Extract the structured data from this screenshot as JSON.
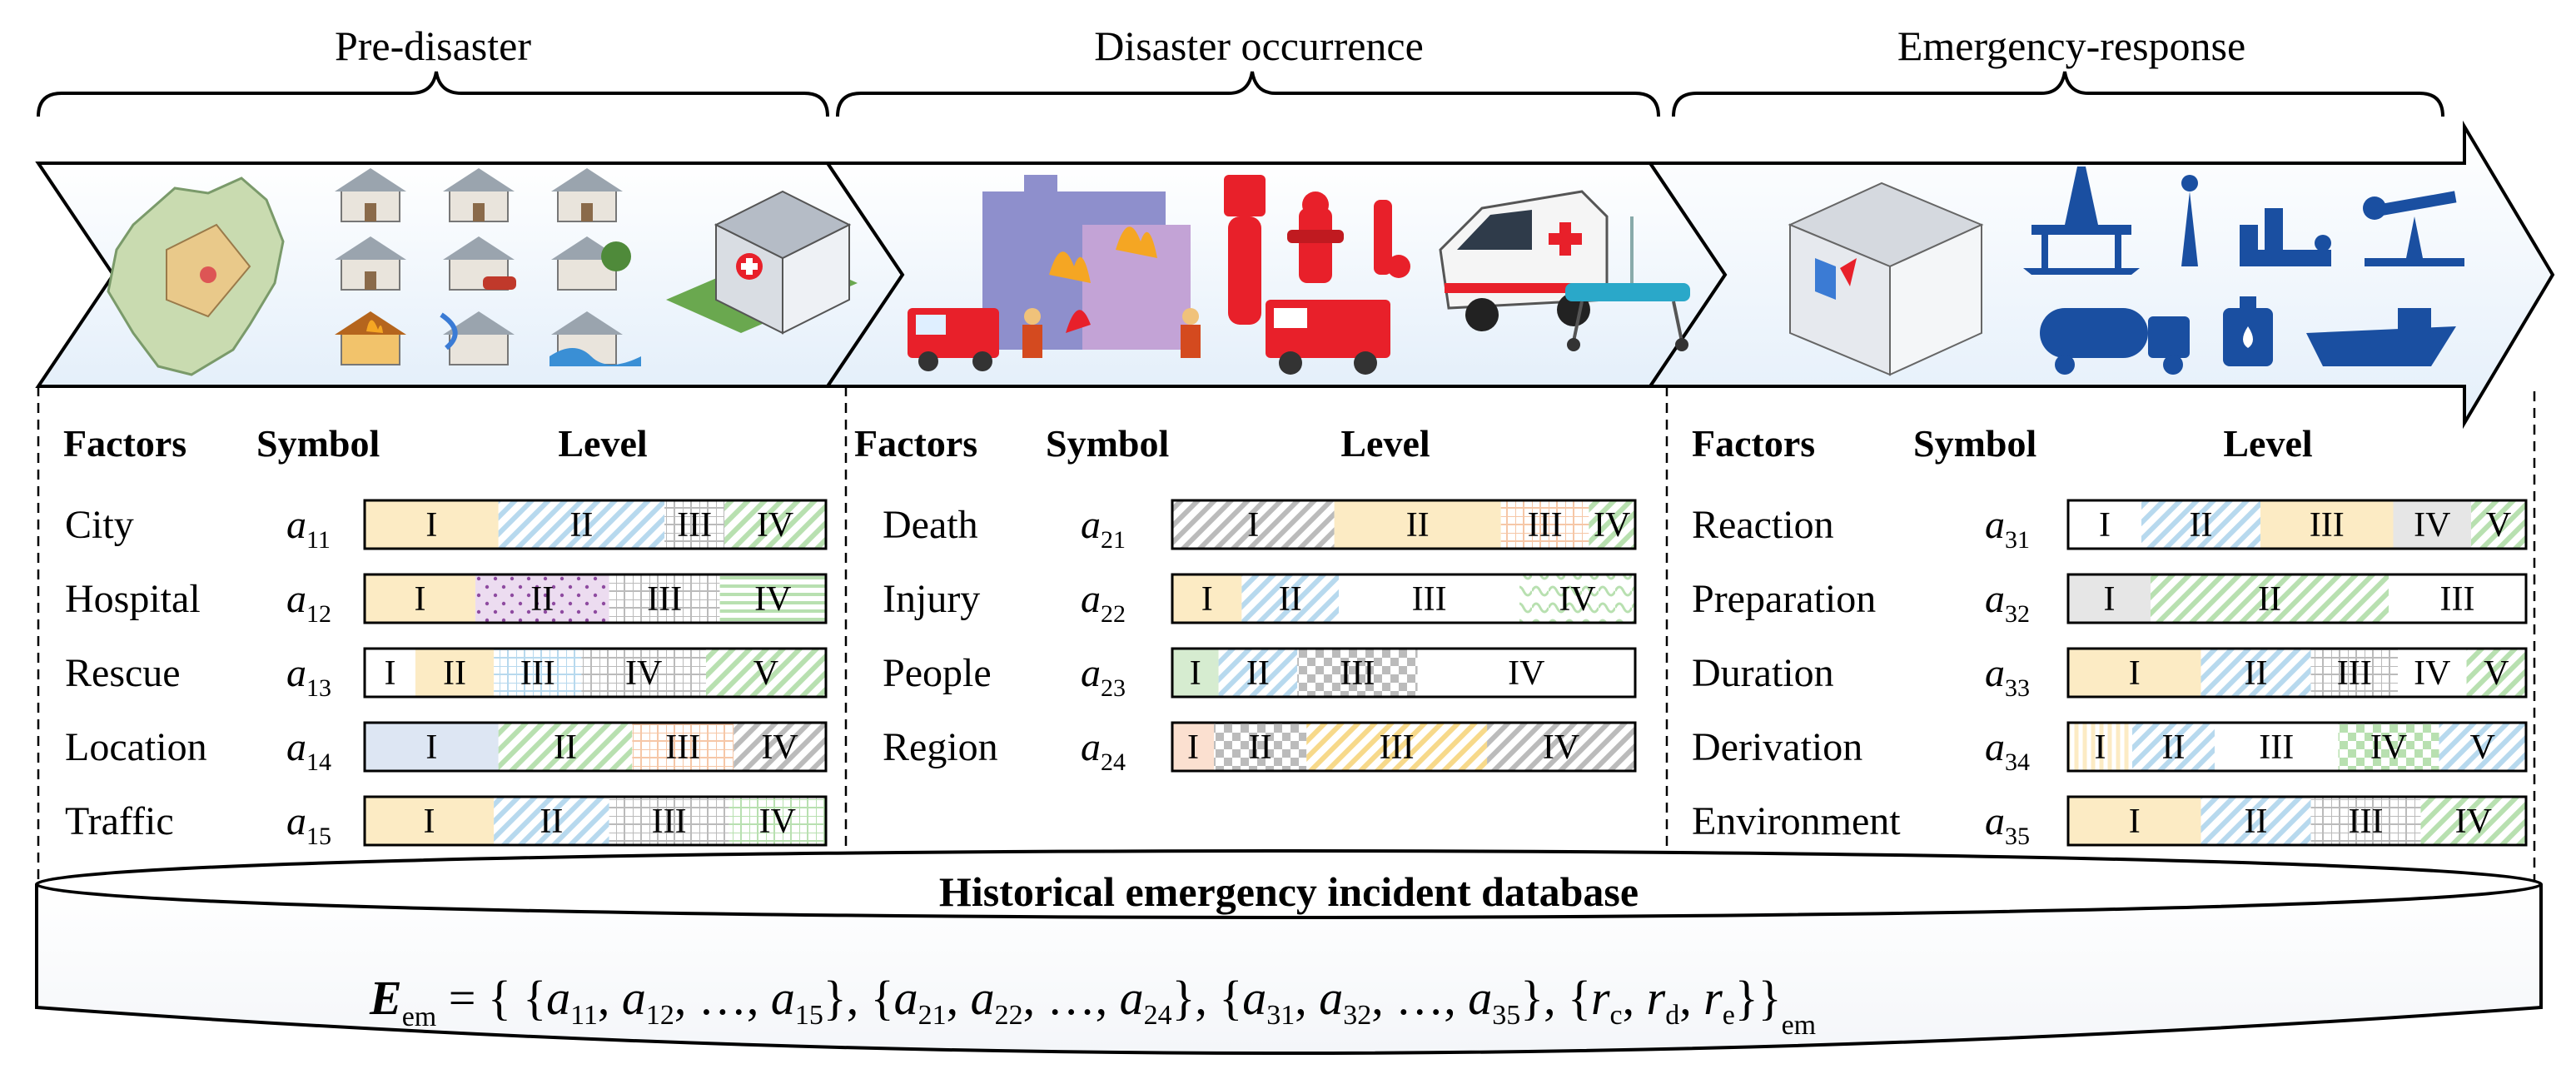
{
  "phases": [
    {
      "title": "Pre-disaster",
      "factors": [
        {
          "name": "City",
          "sub": "11",
          "levels": [
            {
              "label": "I",
              "frac": 0.29,
              "color": "#fcebc4",
              "pattern": "plain"
            },
            {
              "label": "II",
              "frac": 0.36,
              "color": "#b7d9ee",
              "pattern": "diag"
            },
            {
              "label": "III",
              "frac": 0.13,
              "color": "#bbbbbb",
              "pattern": "grid"
            },
            {
              "label": "IV",
              "frac": 0.22,
              "color": "#b8e0b0",
              "pattern": "diag"
            }
          ]
        },
        {
          "name": "Hospital",
          "sub": "12",
          "levels": [
            {
              "label": "I",
              "frac": 0.24,
              "color": "#fcebc4",
              "pattern": "plain"
            },
            {
              "label": "II",
              "frac": 0.29,
              "color": "#c79ad2",
              "pattern": "dots"
            },
            {
              "label": "III",
              "frac": 0.24,
              "color": "#bbbbbb",
              "pattern": "grid"
            },
            {
              "label": "IV",
              "frac": 0.23,
              "color": "#b8e0b0",
              "pattern": "hlines"
            }
          ]
        },
        {
          "name": "Rescue",
          "sub": "13",
          "levels": [
            {
              "label": "I",
              "frac": 0.11,
              "color": "#ffffff",
              "pattern": "plain"
            },
            {
              "label": "II",
              "frac": 0.17,
              "color": "#fcebc4",
              "pattern": "plain"
            },
            {
              "label": "III",
              "frac": 0.19,
              "color": "#b7d9ee",
              "pattern": "grid"
            },
            {
              "label": "IV",
              "frac": 0.27,
              "color": "#bbbbbb",
              "pattern": "grid"
            },
            {
              "label": "V",
              "frac": 0.26,
              "color": "#b8e0b0",
              "pattern": "diag"
            }
          ]
        },
        {
          "name": "Location",
          "sub": "14",
          "levels": [
            {
              "label": "I",
              "frac": 0.29,
              "color": "#dde6f3",
              "pattern": "plain"
            },
            {
              "label": "II",
              "frac": 0.29,
              "color": "#b8e0b0",
              "pattern": "diag"
            },
            {
              "label": "III",
              "frac": 0.22,
              "color": "#f6c7a7",
              "pattern": "grid"
            },
            {
              "label": "IV",
              "frac": 0.2,
              "color": "#bbbbbb",
              "pattern": "diag"
            }
          ]
        },
        {
          "name": "Traffic",
          "sub": "15",
          "levels": [
            {
              "label": "I",
              "frac": 0.28,
              "color": "#fcebc4",
              "pattern": "plain"
            },
            {
              "label": "II",
              "frac": 0.25,
              "color": "#b7d9ee",
              "pattern": "diag"
            },
            {
              "label": "III",
              "frac": 0.26,
              "color": "#bbbbbb",
              "pattern": "grid"
            },
            {
              "label": "IV",
              "frac": 0.21,
              "color": "#b8e0b0",
              "pattern": "grid"
            }
          ]
        }
      ]
    },
    {
      "title": "Disaster occurrence",
      "factors": [
        {
          "name": "Death",
          "sub": "21",
          "levels": [
            {
              "label": "I",
              "frac": 0.35,
              "color": "#bbbbbb",
              "pattern": "diag"
            },
            {
              "label": "II",
              "frac": 0.36,
              "color": "#fcebc4",
              "pattern": "plain"
            },
            {
              "label": "III",
              "frac": 0.19,
              "color": "#f6c7a7",
              "pattern": "grid"
            },
            {
              "label": "IV",
              "frac": 0.1,
              "color": "#b8e0b0",
              "pattern": "diag"
            }
          ]
        },
        {
          "name": "Injury",
          "sub": "22",
          "levels": [
            {
              "label": "I",
              "frac": 0.15,
              "color": "#fcebc4",
              "pattern": "plain"
            },
            {
              "label": "II",
              "frac": 0.21,
              "color": "#b7d9ee",
              "pattern": "diag"
            },
            {
              "label": "III",
              "frac": 0.39,
              "color": "#ffffff",
              "pattern": "plain"
            },
            {
              "label": "IV",
              "frac": 0.25,
              "color": "#b8e0b0",
              "pattern": "wave"
            }
          ]
        },
        {
          "name": "People",
          "sub": "23",
          "levels": [
            {
              "label": "I",
              "frac": 0.1,
              "color": "#d6ecd0",
              "pattern": "plain"
            },
            {
              "label": "II",
              "frac": 0.17,
              "color": "#b7d9ee",
              "pattern": "diag"
            },
            {
              "label": "III",
              "frac": 0.26,
              "color": "#bbbbbb",
              "pattern": "check"
            },
            {
              "label": "IV",
              "frac": 0.47,
              "color": "#ffffff",
              "pattern": "plain"
            }
          ]
        },
        {
          "name": "Region",
          "sub": "24",
          "levels": [
            {
              "label": "I",
              "frac": 0.09,
              "color": "#fbe0d0",
              "pattern": "plain"
            },
            {
              "label": "II",
              "frac": 0.2,
              "color": "#bbbbbb",
              "pattern": "check"
            },
            {
              "label": "III",
              "frac": 0.39,
              "color": "#f7d98a",
              "pattern": "diag"
            },
            {
              "label": "IV",
              "frac": 0.32,
              "color": "#bbbbbb",
              "pattern": "diag"
            }
          ]
        }
      ]
    },
    {
      "title": "Emergency-response",
      "factors": [
        {
          "name": "Reaction",
          "sub": "31",
          "levels": [
            {
              "label": "I",
              "frac": 0.16,
              "color": "#ffffff",
              "pattern": "plain"
            },
            {
              "label": "II",
              "frac": 0.26,
              "color": "#b7d9ee",
              "pattern": "diag"
            },
            {
              "label": "III",
              "frac": 0.29,
              "color": "#fcebc4",
              "pattern": "plain"
            },
            {
              "label": "IV",
              "frac": 0.17,
              "color": "#e6e6e6",
              "pattern": "plain"
            },
            {
              "label": "V",
              "frac": 0.12,
              "color": "#b8e0b0",
              "pattern": "diag"
            }
          ]
        },
        {
          "name": "Preparation",
          "sub": "32",
          "levels": [
            {
              "label": "I",
              "frac": 0.18,
              "color": "#e6e6e6",
              "pattern": "plain"
            },
            {
              "label": "II",
              "frac": 0.52,
              "color": "#b8e0b0",
              "pattern": "diag"
            },
            {
              "label": "III",
              "frac": 0.3,
              "color": "#ffffff",
              "pattern": "plain"
            }
          ]
        },
        {
          "name": "Duration",
          "sub": "33",
          "levels": [
            {
              "label": "I",
              "frac": 0.29,
              "color": "#fcebc4",
              "pattern": "plain"
            },
            {
              "label": "II",
              "frac": 0.24,
              "color": "#b7d9ee",
              "pattern": "diag"
            },
            {
              "label": "III",
              "frac": 0.19,
              "color": "#bbbbbb",
              "pattern": "grid"
            },
            {
              "label": "IV",
              "frac": 0.15,
              "color": "#ffffff",
              "pattern": "plain"
            },
            {
              "label": "V",
              "frac": 0.13,
              "color": "#b8e0b0",
              "pattern": "diag"
            }
          ]
        },
        {
          "name": "Derivation",
          "sub": "34",
          "levels": [
            {
              "label": "I",
              "frac": 0.14,
              "color": "#fcebc4",
              "pattern": "vlines"
            },
            {
              "label": "II",
              "frac": 0.18,
              "color": "#b7d9ee",
              "pattern": "diag"
            },
            {
              "label": "III",
              "frac": 0.27,
              "color": "#ffffff",
              "pattern": "plain"
            },
            {
              "label": "IV",
              "frac": 0.22,
              "color": "#b8e0b0",
              "pattern": "check"
            },
            {
              "label": "V",
              "frac": 0.19,
              "color": "#b7d9ee",
              "pattern": "diag"
            }
          ]
        },
        {
          "name": "Environment",
          "sub": "35",
          "levels": [
            {
              "label": "I",
              "frac": 0.29,
              "color": "#fcebc4",
              "pattern": "plain"
            },
            {
              "label": "II",
              "frac": 0.24,
              "color": "#b7d9ee",
              "pattern": "diag"
            },
            {
              "label": "III",
              "frac": 0.24,
              "color": "#bbbbbb",
              "pattern": "grid"
            },
            {
              "label": "IV",
              "frac": 0.23,
              "color": "#b8e0b0",
              "pattern": "diag"
            }
          ]
        }
      ]
    }
  ],
  "headers": {
    "factors": "Factors",
    "symbol": "Symbol",
    "level": "Level"
  },
  "symbol_letter": "a",
  "database": {
    "title": "Historical emergency incident database",
    "formula": {
      "lhs": "E",
      "lhs_sub": "em",
      "groups": [
        [
          "11",
          "12",
          "15"
        ],
        [
          "21",
          "22",
          "24"
        ],
        [
          "31",
          "32",
          "35"
        ]
      ],
      "r_subs": [
        "c",
        "d",
        "e"
      ],
      "outer_sub": "em"
    }
  },
  "illustrations": {
    "pre": [
      "map-icon",
      "house-icon",
      "house-icon",
      "house-icon",
      "house-icon",
      "house-car-icon",
      "house-tree-icon",
      "house-fire-icon",
      "house-wind-icon",
      "house-flood-icon",
      "hospital-building-icon"
    ],
    "occurrence": [
      "burning-building-icon",
      "fire-truck-icon",
      "firefighter-icon",
      "fire-extinguisher-icon",
      "fire-hydrant-icon",
      "fire-truck-icon",
      "ambulance-icon",
      "stretcher-icon"
    ],
    "response": [
      "office-building-icon",
      "oil-platform-icon",
      "gas-flare-icon",
      "refinery-icon",
      "pumpjack-icon",
      "tanker-truck-icon",
      "oil-can-icon",
      "tanker-ship-icon"
    ]
  },
  "colors": {
    "arrow_fill": "#eaf3fb",
    "icon_blue": "#1a4fa1",
    "red": "#e8202a"
  }
}
